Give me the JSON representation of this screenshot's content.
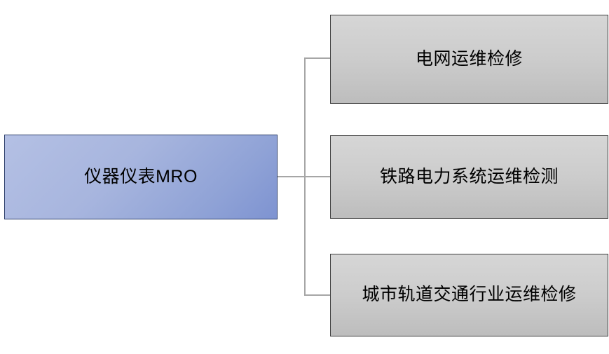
{
  "diagram": {
    "type": "org-tree",
    "orientation": "left-to-right",
    "background_color": "#ffffff",
    "root": {
      "id": "root",
      "label": "仪器仪表MRO",
      "fill_color": "#a7b5de",
      "border_color": "#2e3f6b",
      "text_color": "#000000"
    },
    "children": [
      {
        "id": "child-1",
        "label": "电网运维检修",
        "fill_color": "#cccccc",
        "border_color": "#3f3f3f",
        "text_color": "#000000"
      },
      {
        "id": "child-2",
        "label": "铁路电力系统运维检测",
        "fill_color": "#cccccc",
        "border_color": "#3f3f3f",
        "text_color": "#000000"
      },
      {
        "id": "child-3",
        "label": "城市轨道交通行业运维检修",
        "fill_color": "#cccccc",
        "border_color": "#3f3f3f",
        "text_color": "#000000"
      }
    ],
    "connector_color": "#a6a6a6"
  }
}
